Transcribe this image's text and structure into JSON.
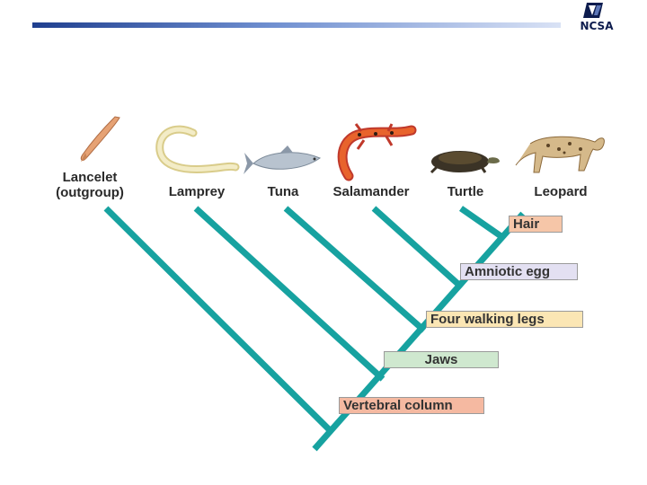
{
  "header": {
    "logo_text": "NCSA",
    "rule_color": "#1f3f8f"
  },
  "diagram": {
    "branch_color": "#17a2a0",
    "taxa": [
      {
        "line1": "Lancelet",
        "line2": "(outgroup)",
        "icon": "lancelet-icon"
      },
      {
        "line1": "Lamprey",
        "icon": "lamprey-icon"
      },
      {
        "line1": "Tuna",
        "icon": "tuna-icon"
      },
      {
        "line1": "Salamander",
        "icon": "salamander-icon"
      },
      {
        "line1": "Turtle",
        "icon": "turtle-icon"
      },
      {
        "line1": "Leopard",
        "icon": "leopard-icon"
      }
    ],
    "traits": [
      {
        "label": "Hair",
        "color": "#f6c6a8"
      },
      {
        "label": "Amniotic egg",
        "color": "#e3e0f2"
      },
      {
        "label": "Four walking legs",
        "color": "#fbe6b4"
      },
      {
        "label": "Jaws",
        "color": "#cfe8cf"
      },
      {
        "label": "Vertebral column",
        "color": "#f5b9a1"
      }
    ]
  }
}
